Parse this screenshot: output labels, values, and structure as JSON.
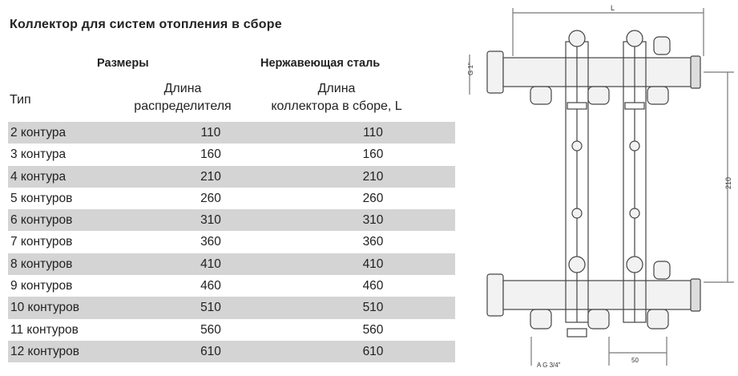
{
  "title": "Коллектор для систем отопления в сборе",
  "header": {
    "group_sizes": "Размеры",
    "group_steel": "Нержавеющая сталь",
    "type_label": "Тип",
    "col2_line1": "Длина",
    "col2_line2": "распределителя",
    "col3_line1": "Длина",
    "col3_line2": "коллектора в сборе, L"
  },
  "rows": [
    {
      "type": "2 контура",
      "dist": "110",
      "coll": "110"
    },
    {
      "type": "3 контура",
      "dist": "160",
      "coll": "160"
    },
    {
      "type": "4 контура",
      "dist": "210",
      "coll": "210"
    },
    {
      "type": "5 контуров",
      "dist": "260",
      "coll": "260"
    },
    {
      "type": "6 контуров",
      "dist": "310",
      "coll": "310"
    },
    {
      "type": "7 контуров",
      "dist": "360",
      "coll": "360"
    },
    {
      "type": "8 контуров",
      "dist": "410",
      "coll": "410"
    },
    {
      "type": "9 контуров",
      "dist": "460",
      "coll": "460"
    },
    {
      "type": "10 контуров",
      "dist": "510",
      "coll": "510"
    },
    {
      "type": "11 контуров",
      "dist": "560",
      "coll": "560"
    },
    {
      "type": "12 контуров",
      "dist": "610",
      "coll": "610"
    }
  ],
  "drawing": {
    "dim_L": "L",
    "dim_G1": "G 1\"",
    "dim_210": "210",
    "dim_AG": "A G 3/4\"",
    "dim_50": "50"
  }
}
